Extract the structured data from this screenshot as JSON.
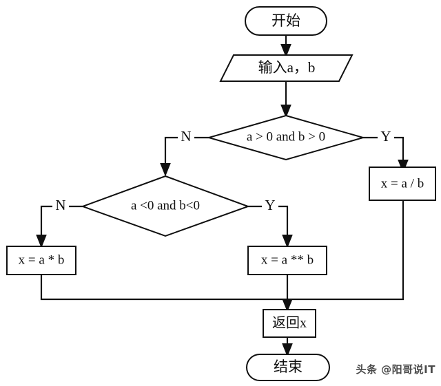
{
  "diagram": {
    "title": "flowchart",
    "background_color": "#ffffff",
    "line_color": "#101010",
    "nodes": {
      "start": {
        "label": "开始",
        "type": "terminator"
      },
      "input": {
        "label": "输入a，b",
        "type": "input-output"
      },
      "decision1": {
        "label": "a > 0 and b > 0",
        "type": "decision"
      },
      "decision2": {
        "label": "a <0 and b<0",
        "type": "decision"
      },
      "divide": {
        "label": "x = a / b",
        "type": "process"
      },
      "power": {
        "label": "x = a ** b",
        "type": "process"
      },
      "multiply": {
        "label": "x = a * b",
        "type": "process"
      },
      "return": {
        "label": "返回x",
        "type": "process"
      },
      "end": {
        "label": "结束",
        "type": "terminator"
      }
    },
    "branch_labels": {
      "d1_no": "N",
      "d1_yes": "Y",
      "d2_no": "N",
      "d2_yes": "Y"
    }
  },
  "watermark": {
    "text": "头条 @阳哥说IT"
  }
}
